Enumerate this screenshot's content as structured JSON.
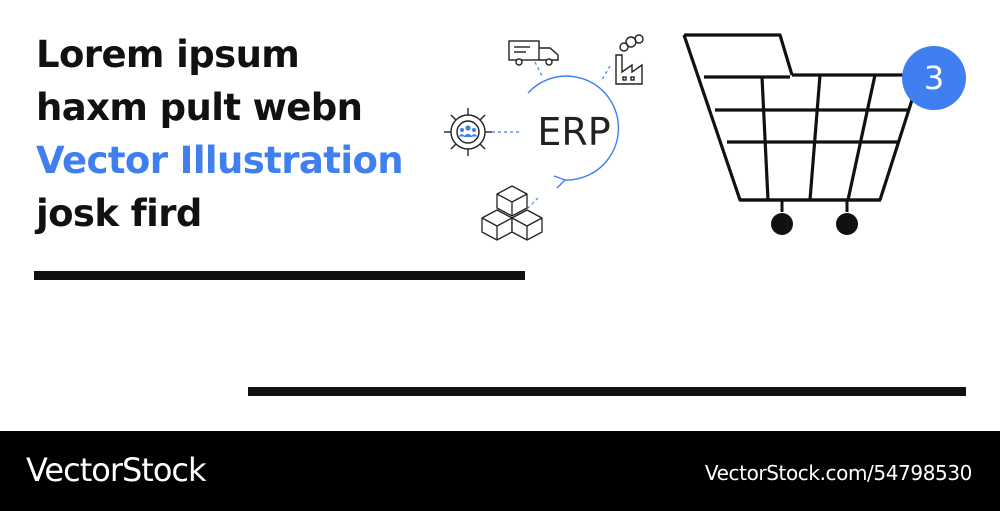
{
  "headline": {
    "line1": "Lorem ipsum",
    "line2": "haxm pult webn",
    "line3": "Vector Illustration",
    "line4": "josk fird"
  },
  "erp_diagram": {
    "center_label": "ERP",
    "icons": [
      "delivery-truck-icon",
      "factory-icon",
      "gear-people-icon",
      "boxes-icon"
    ]
  },
  "cart": {
    "icon": "shopping-cart-icon",
    "badge_count": "3"
  },
  "footer": {
    "brand": "VectorStock",
    "url": "VectorStock.com/54798530"
  },
  "colors": {
    "accent": "#3f7ff0",
    "text": "#111111",
    "footer_bg": "#000000"
  }
}
